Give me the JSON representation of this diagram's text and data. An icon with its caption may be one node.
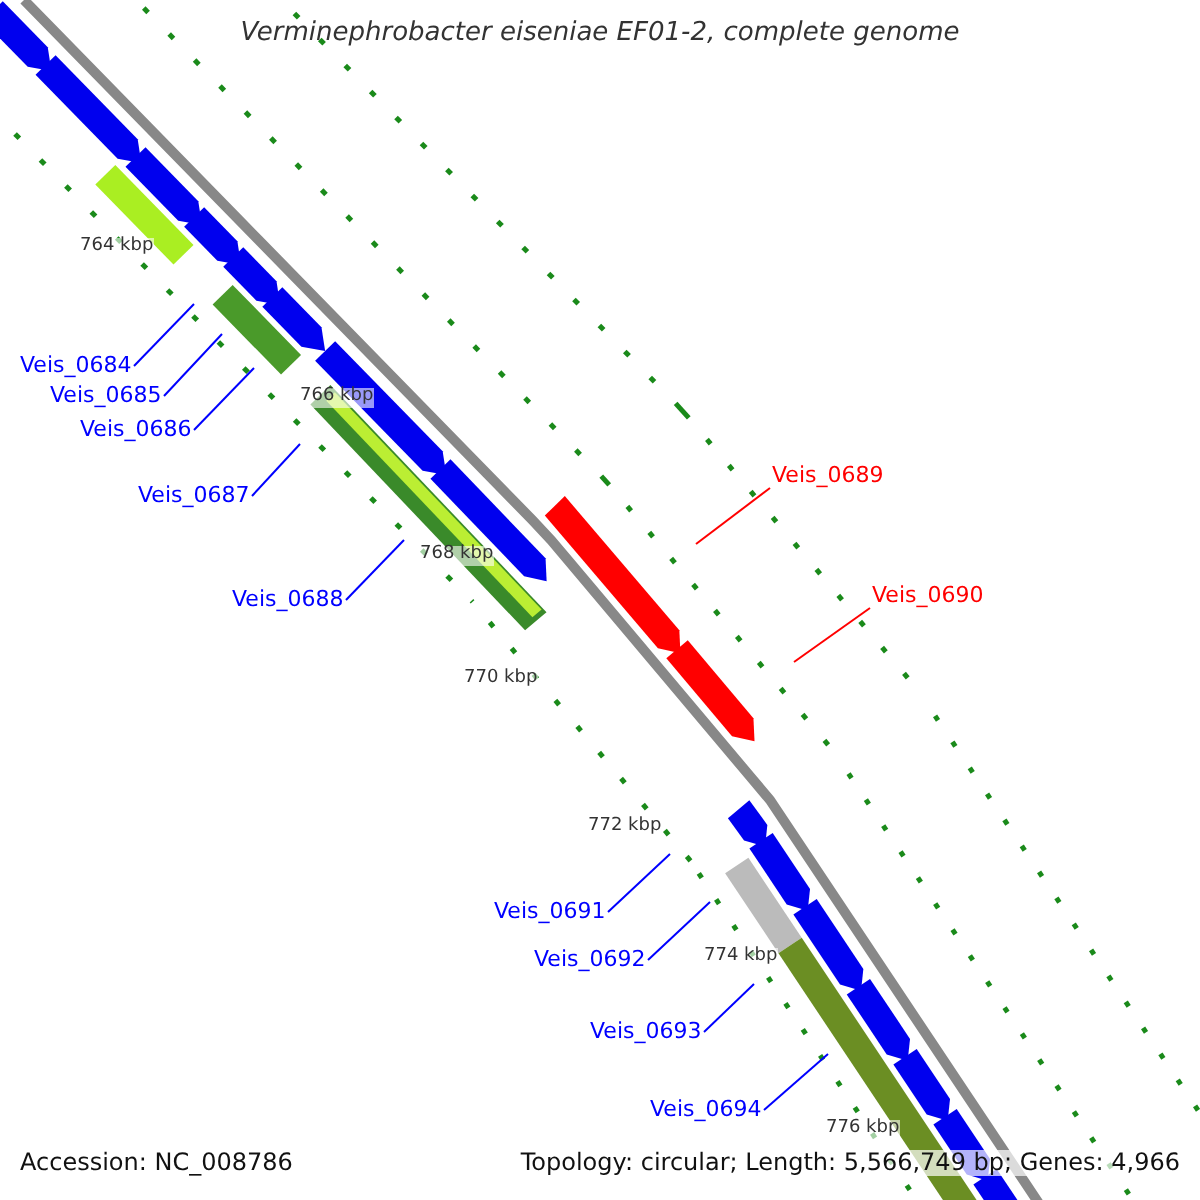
{
  "diagram": {
    "title": "Verminephrobacter eiseniae EF01-2, complete genome",
    "nodes": [
      {
        "text": [
          "Veis_0684"
        ]
      },
      {
        "text": [
          "Veis_0685"
        ]
      },
      {
        "text": [
          "Veis_0686"
        ]
      },
      {
        "text": [
          "Veis_0687"
        ]
      },
      {
        "text": [
          "Veis_0688"
        ]
      },
      {
        "text": [
          "Veis_0689"
        ]
      },
      {
        "text": [
          "Veis_0690"
        ]
      },
      {
        "text": [
          "Veis_0691"
        ]
      },
      {
        "text": [
          "Veis_0692"
        ]
      },
      {
        "text": [
          "Veis_0693"
        ]
      },
      {
        "text": [
          "Veis_0694"
        ]
      }
    ],
    "edges": [
      {
        "from": 0,
        "to": null,
        "arrow": "none"
      },
      {
        "from": 1,
        "to": null,
        "arrow": "none"
      },
      {
        "from": 2,
        "to": null,
        "arrow": "none"
      },
      {
        "from": 3,
        "to": null,
        "arrow": "none"
      },
      {
        "from": 4,
        "to": null,
        "arrow": "none"
      },
      {
        "from": 5,
        "to": null,
        "arrow": "none",
        "color": "#ff0000"
      },
      {
        "from": 6,
        "to": null,
        "arrow": "none",
        "color": "#ff0000"
      },
      {
        "from": 7,
        "to": null,
        "arrow": "none"
      },
      {
        "from": 8,
        "to": null,
        "arrow": "none"
      },
      {
        "from": 9,
        "to": null,
        "arrow": "none"
      },
      {
        "from": 10,
        "to": null,
        "arrow": "none"
      }
    ],
    "labels": [
      "764 kbp",
      "766 kbp",
      "768 kbp",
      "770 kbp",
      "772 kbp",
      "774 kbp",
      "776 kbp",
      "Accession: NC_008786",
      "Topology: circular; Length: 5,566,749 bp; Genes: 4,966"
    ]
  }
}
